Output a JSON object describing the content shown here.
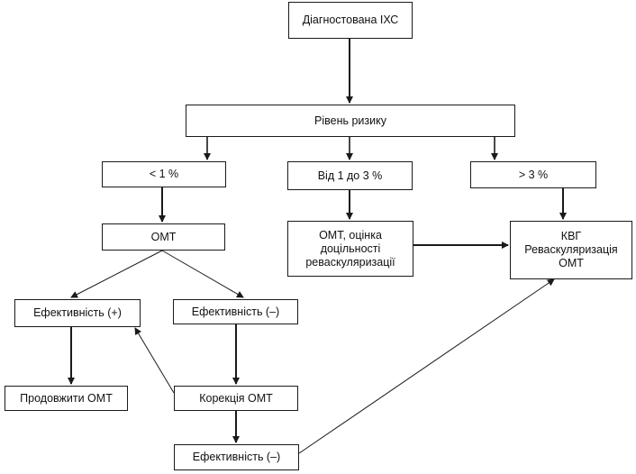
{
  "diagram": {
    "diagnosed": "Діагностована ІХС",
    "risk_level": "Рівень ризику",
    "risk_low": "< 1 %",
    "risk_mid": "Від 1 до 3 %",
    "risk_high": "> 3 %",
    "omt": "ОМТ",
    "omt_assessment": [
      "ОМТ, оцінка",
      "доцільності",
      "реваскуляризації"
    ],
    "kvg": [
      "КВГ",
      "Реваскуляризація",
      "ОМТ"
    ],
    "effective_positive": "Ефективність (+)",
    "effective_negative": "Ефективність (–)",
    "continue_omt": "Продовжити ОМТ",
    "correction_omt": "Корекція ОМТ",
    "effective_negative_2": "Ефективність (–)"
  }
}
